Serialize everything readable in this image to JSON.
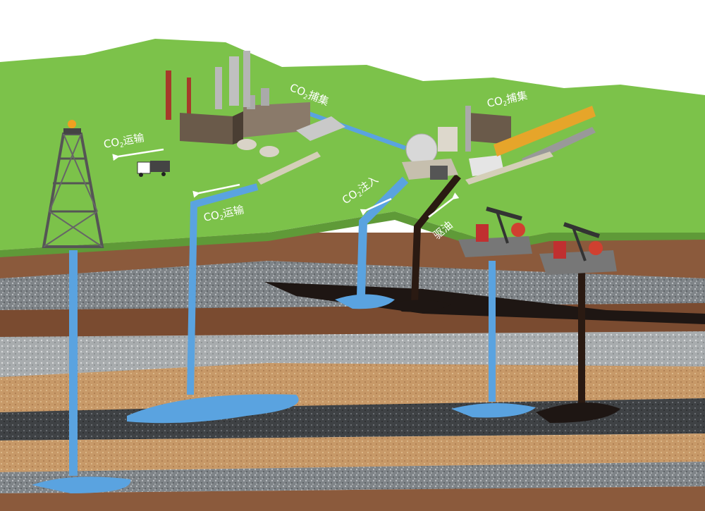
{
  "labels": {
    "capture_left": {
      "prefix": "CO",
      "sub": "2",
      "suffix": "捕集"
    },
    "capture_right": {
      "prefix": "CO",
      "sub": "2",
      "suffix": "捕集"
    },
    "transport_top": {
      "prefix": "CO",
      "sub": "2",
      "suffix": "运输"
    },
    "transport_mid": {
      "prefix": "CO",
      "sub": "2",
      "suffix": "运输"
    },
    "injection": {
      "prefix": "CO",
      "sub": "2",
      "suffix": "注入"
    },
    "oil_drive": "驱油"
  },
  "colors": {
    "grass": "#7cc24a",
    "co2_flow": "#5aa3e0",
    "oil_flow": "#2a1a12",
    "soil": "#8b5a3c",
    "rock_gray": "#8a8f93",
    "rock_dark": "#4a4d50",
    "sand": "#c89a6a"
  }
}
